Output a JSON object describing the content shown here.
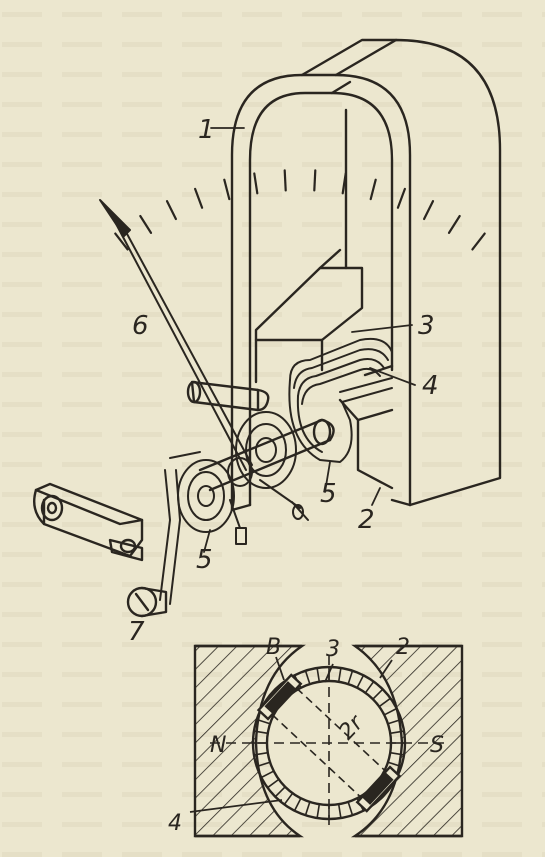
{
  "colors": {
    "paper": "#ece7cf",
    "ink": "#2a2620",
    "text_ghost": "#c9c2a6"
  },
  "top_figure": {
    "labels": {
      "magnet": "1",
      "pole_piece": "2",
      "core": "3",
      "coil": "4",
      "spring_front": "5",
      "spring_rear": "5",
      "pointer": "6",
      "adjuster": "7"
    },
    "scale_tick_count": 14
  },
  "bottom_figure": {
    "labels": {
      "gap": "B",
      "core": "3",
      "pole_piece": "2",
      "north": "N",
      "south": "S",
      "radius": "2r",
      "coil": "4"
    }
  }
}
